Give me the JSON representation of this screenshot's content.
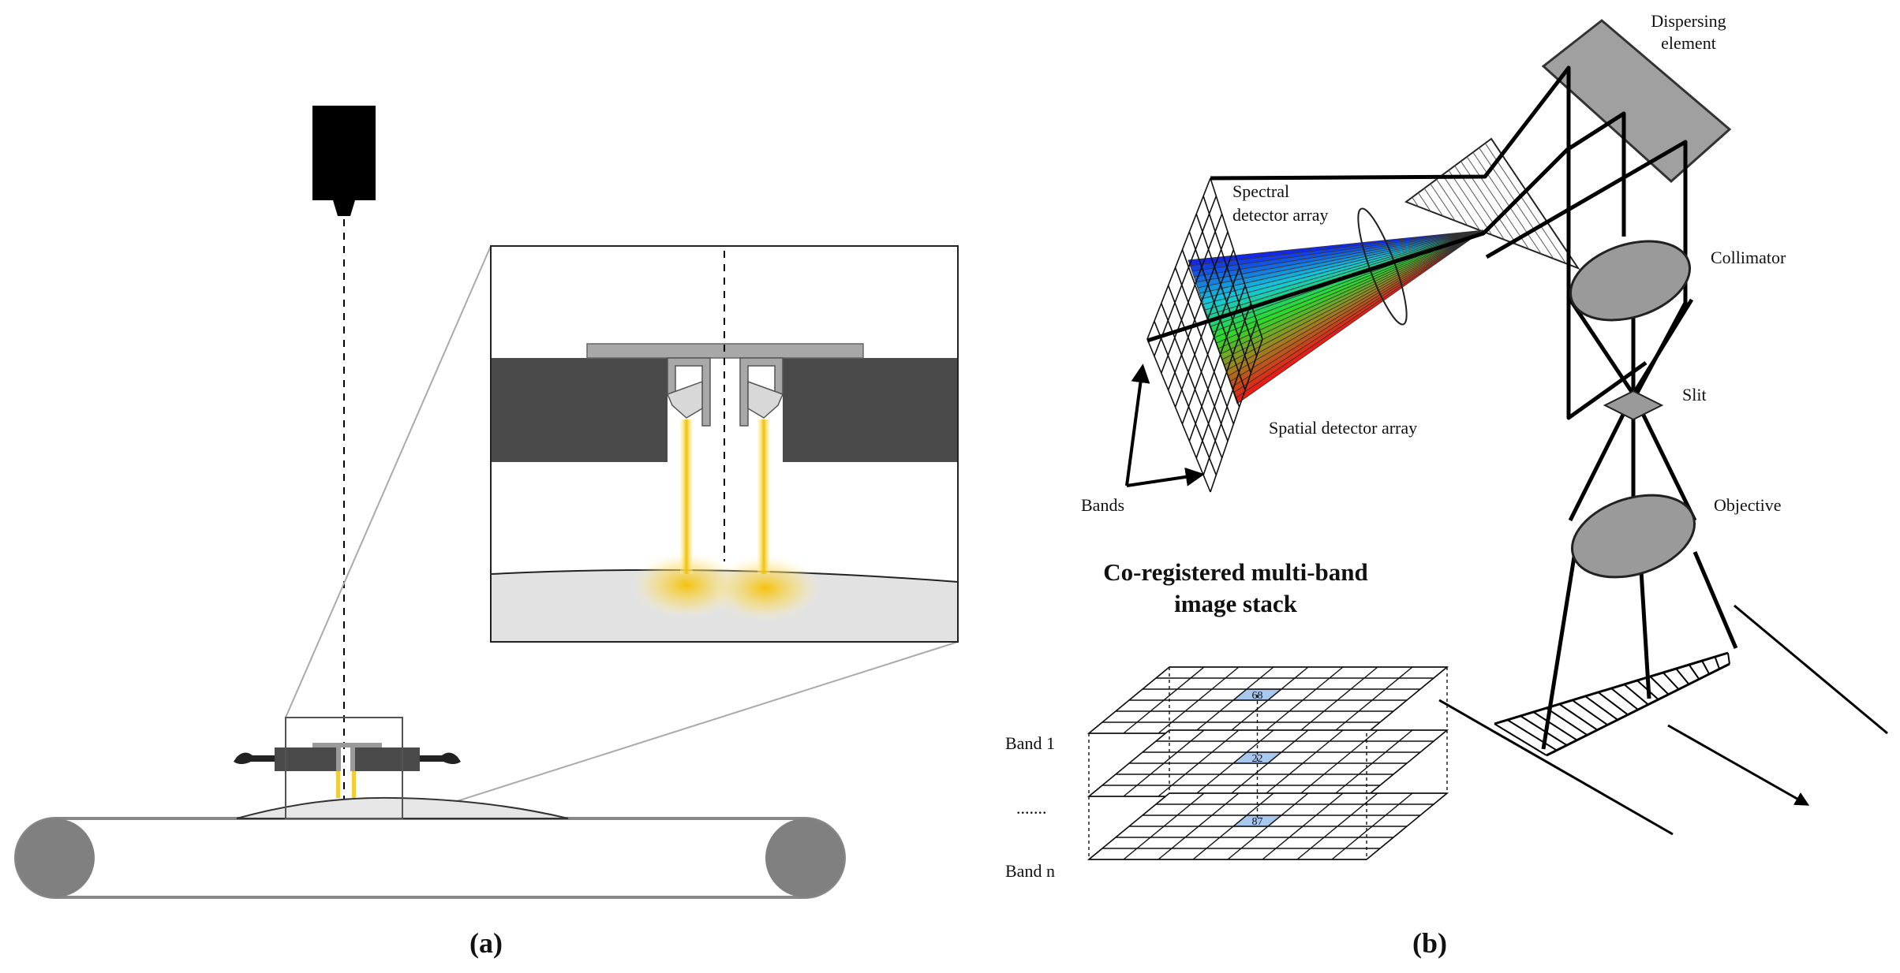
{
  "panels": {
    "a": {
      "caption": "(a)"
    },
    "b": {
      "caption": "(b)",
      "labels": {
        "dispersing_line1": "Dispersing",
        "dispersing_line2": "element",
        "spectral_line1": "Spectral",
        "spectral_line2": "detector array",
        "collimator": "Collimator",
        "slit": "Slit",
        "spatial": "Spatial detector array",
        "bands": "Bands",
        "objective": "Objective"
      },
      "stack": {
        "title_line1": "Co-registered multi-band",
        "title_line2": "image stack",
        "band_first": "Band 1",
        "band_dots": ".......",
        "band_last": "Band n",
        "cell_values": [
          "68",
          "22",
          "87"
        ]
      }
    }
  },
  "colors": {
    "camera": "#000000",
    "dark_block": "#4a4a4a",
    "light_gray": "#a8a8a8",
    "belt_roller": "#808080",
    "sample": "#e2e2e2",
    "light_beam": "#f5c518",
    "highlight_cell": "#a9c8ee"
  }
}
